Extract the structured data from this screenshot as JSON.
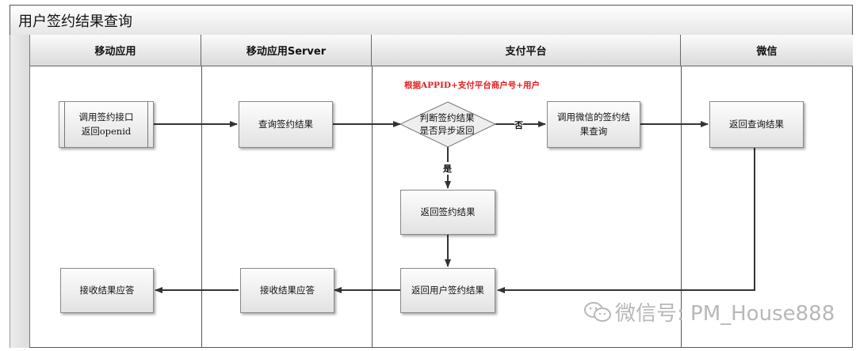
{
  "title": "用户签约结果查询",
  "lanes": [
    {
      "name": "移动应用"
    },
    {
      "name": "移动应用Server"
    },
    {
      "name": "支付平台"
    },
    {
      "name": "微信"
    }
  ],
  "note": "根据APPID+支付平台商户号+用户",
  "nodes": {
    "call_api": {
      "line1": "调用签约接口",
      "line2": "返回openid"
    },
    "query_result": "查询签约结果",
    "decision": {
      "line1": "判断签约结果",
      "line2": "是否异步返回"
    },
    "call_wechat": {
      "line1": "调用微信的签约结",
      "line2": "果查询"
    },
    "wechat_return": "返回查询结果",
    "return_result": "返回签约结果",
    "return_user_result": "返回用户签约结果",
    "server_receive": "接收结果应答",
    "app_receive": "接收结果应答"
  },
  "labels": {
    "yes": "是",
    "no": "否"
  },
  "watermark": {
    "text": "微信号: PM_House888"
  }
}
